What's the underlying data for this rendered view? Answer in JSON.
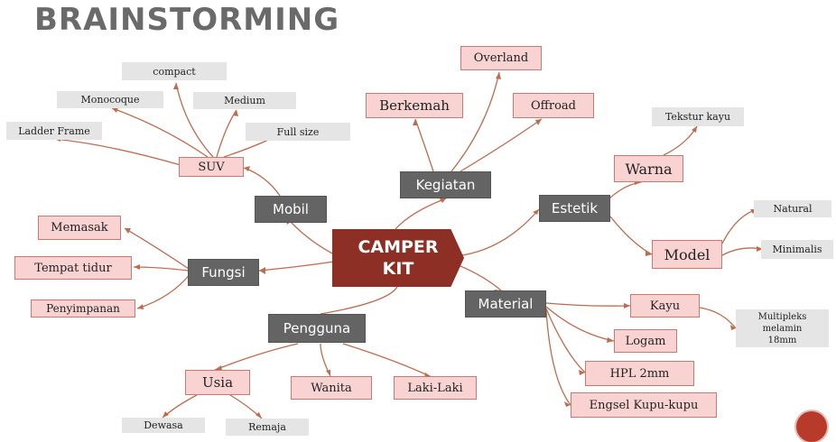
{
  "title": "BRAINSTORMING",
  "colors": {
    "accent": "#8e2f25",
    "link": "#c06a4e",
    "pink": "#f8d3d2",
    "gray": "#646464",
    "light": "#e6e5e5"
  },
  "center": {
    "line1": "CAMPER",
    "line2": "KIT"
  },
  "nodes": {
    "mobil": "Mobil",
    "suv": "SUV",
    "compact": "compact",
    "monocoque": "Monocoque",
    "medium": "Medium",
    "ladder_frame": "Ladder Frame",
    "full_size": "Full size",
    "kegiatan": "Kegiatan",
    "berkemah": "Berkemah",
    "overland": "Overland",
    "offroad": "Offroad",
    "estetik": "Estetik",
    "warna": "Warna",
    "tekstur_kayu": "Tekstur kayu",
    "model": "Model",
    "natural": "Natural",
    "minimalis": "Minimalis",
    "fungsi": "Fungsi",
    "memasak": "Memasak",
    "tempat_tidur": "Tempat tidur",
    "penyimpanan": "Penyimpanan",
    "material": "Material",
    "kayu": "Kayu",
    "multipleks_1": "Multipleks",
    "multipleks_2": "melamin",
    "multipleks_3": "18mm",
    "logam": "Logam",
    "hpl": "HPL 2mm",
    "engsel": "Engsel Kupu-kupu",
    "pengguna": "Pengguna",
    "usia": "Usia",
    "wanita": "Wanita",
    "laki_laki": "Laki-Laki",
    "dewasa": "Dewasa",
    "remaja": "Remaja"
  }
}
